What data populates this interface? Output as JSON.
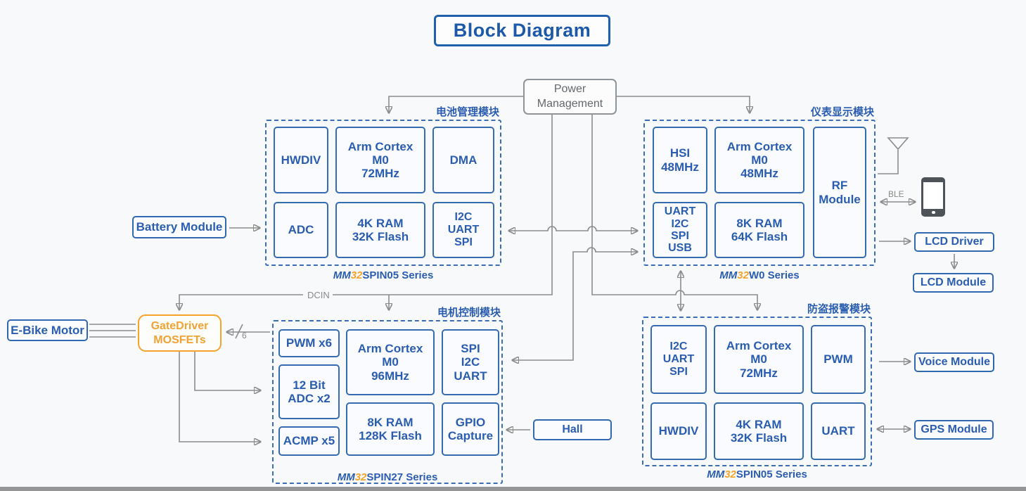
{
  "title": "Block Diagram",
  "power_management": "Power\nManagement",
  "connections": {
    "dcin": "DCIN",
    "ble": "BLE",
    "bus_width": "6"
  },
  "modules": {
    "battery": {
      "name": "电池管理模块",
      "series": {
        "mm": "MM",
        "num": "32",
        "rest": "SPIN05 Series"
      },
      "cells": {
        "hwdiv": "HWDIV",
        "cortex": "Arm Cortex\nM0\n72MHz",
        "dma": "DMA",
        "adc": "ADC",
        "memory": "4K RAM\n32K Flash",
        "comm": "I2C\nUART\nSPI"
      }
    },
    "display": {
      "name": "仪表显示模块",
      "series": {
        "mm": "MM",
        "num": "32",
        "rest": "W0 Series"
      },
      "cells": {
        "hsi": "HSI\n48MHz",
        "cortex": "Arm Cortex\nM0\n48MHz",
        "rf": "RF\nModule",
        "comm": "UART\nI2C\nSPI\nUSB",
        "memory": "8K RAM\n64K Flash"
      }
    },
    "motor": {
      "name": "电机控制模块",
      "series": {
        "mm": "MM",
        "num": "32",
        "rest": "SPIN27 Series"
      },
      "cells": {
        "pwm": "PWM x6",
        "adc": "12 Bit\nADC x2",
        "acmp": "ACMP x5",
        "cortex": "Arm Cortex\nM0\n96MHz",
        "memory": "8K RAM\n128K Flash",
        "comm": "SPI\nI2C\nUART",
        "gpio": "GPIO\nCapture"
      }
    },
    "alarm": {
      "name": "防盗报警模块",
      "series": {
        "mm": "MM",
        "num": "32",
        "rest": "SPIN05 Series"
      },
      "cells": {
        "comm": "I2C\nUART\nSPI",
        "cortex": "Arm Cortex\nM0\n72MHz",
        "pwm": "PWM",
        "hwdiv": "HWDIV",
        "memory": "4K RAM\n32K Flash",
        "uart": "UART"
      }
    }
  },
  "peripherals": {
    "battery_module": "Battery Module",
    "ebike_motor": "E-Bike Motor",
    "gatedriver": "GateDriver\nMOSFETs",
    "hall": "Hall",
    "lcd_driver": "LCD Driver",
    "lcd_module": "LCD Module",
    "voice_module": "Voice Module",
    "gps_module": "GPS Module"
  },
  "colors": {
    "blue": "#2a5db0",
    "orange": "#f5a329",
    "wire_gray": "#8c8c8c",
    "background": "#f8f9fa"
  }
}
